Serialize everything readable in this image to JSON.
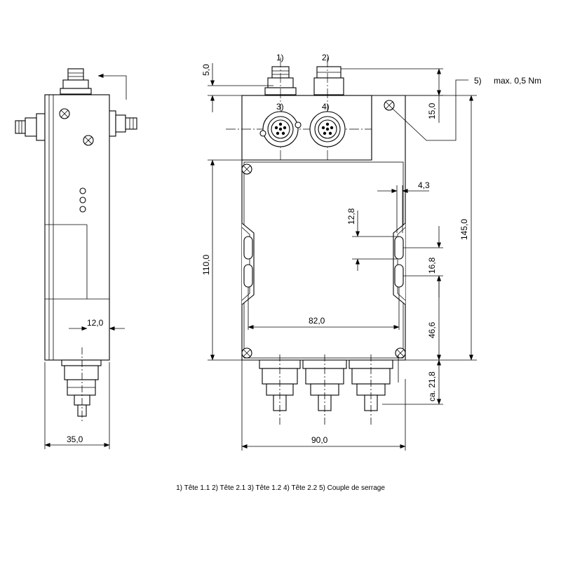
{
  "labels": {
    "port_1": "1)",
    "port_2": "2)",
    "port_3": "3)",
    "port_4": "4)",
    "callout_5": "5)",
    "torque": "max. 0,5 Nm"
  },
  "dimensions": {
    "top_offset": "5,0",
    "top_band": "15,0",
    "total_height": "145,0",
    "body_height": "110,0",
    "slot_width": "4,3",
    "slot_height": "12,8",
    "slot_spacing": "16,8",
    "slot_to_bottom": "46,6",
    "gland_length": "ca. 21,8",
    "slot_distance": "82,0",
    "total_width": "90,0",
    "side_depth": "35,0",
    "side_step": "12,0"
  },
  "legend": "1) Tête 1.1  2) Tête 2.1  3) Tête 1.2  4) Tête 2.2  5) Couple de serrage"
}
